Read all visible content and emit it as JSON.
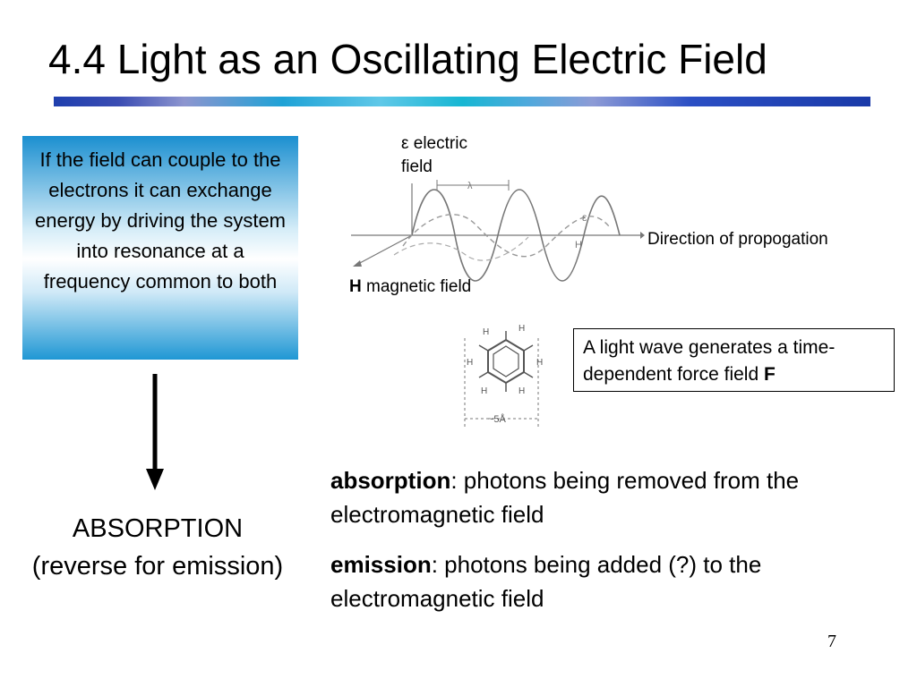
{
  "slide": {
    "title": "4.4  Light as an Oscillating Electric Field",
    "page_number": "7"
  },
  "info_box": {
    "text": "If the field can couple to the electrons it can exchange energy by driving the system into resonance at a frequency common to both"
  },
  "left_caption": {
    "line1": "ABSORPTION",
    "line2": "(reverse for emission)"
  },
  "wave_diagram": {
    "electric_symbol": "ε",
    "electric_label_1": "electric",
    "electric_label_2": "field",
    "magnetic_symbol": "H",
    "magnetic_label": "magnetic field",
    "direction_label": "Direction of propogation",
    "lambda_symbol": "λ",
    "e_symbol": "ε",
    "h_symbol": "H"
  },
  "benzene": {
    "atom_labels": [
      "H",
      "H",
      "H",
      "H",
      "H",
      "H"
    ],
    "size_label": "~5Å"
  },
  "force_box": {
    "text": "A light wave generates a time-dependent force field",
    "symbol": "F"
  },
  "definitions": {
    "absorption_term": "absorption",
    "absorption_text": ": photons being removed from the electromagnetic field",
    "emission_term": "emission",
    "emission_text": ": photons being added (?) to the electromagnetic field"
  },
  "colors": {
    "accent_blue": "#1b8fd0",
    "title_bar_blue": "#1f3fae"
  }
}
